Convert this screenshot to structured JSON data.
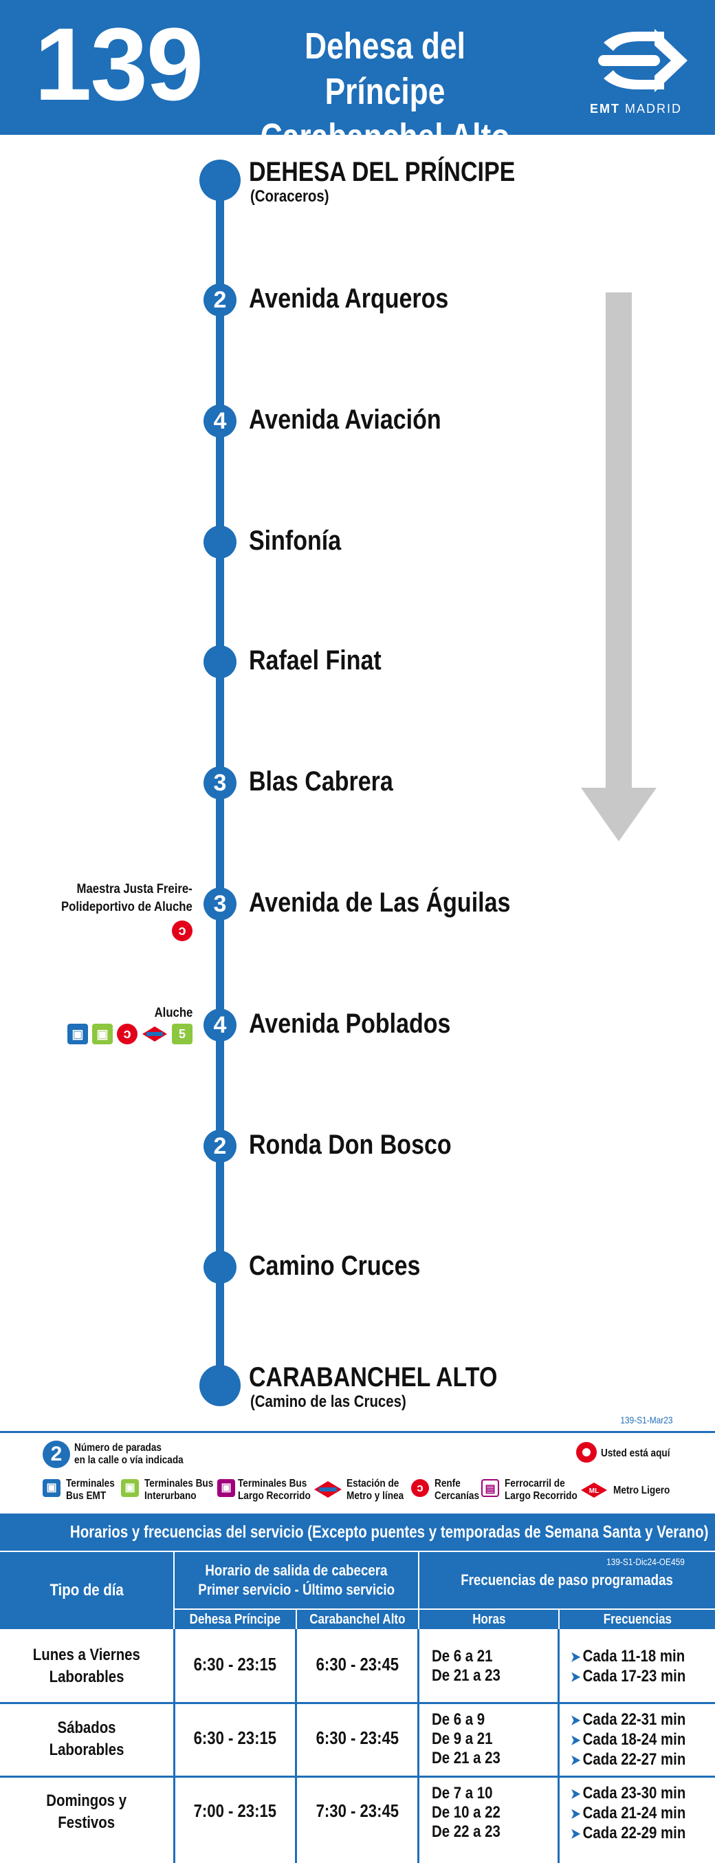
{
  "header": {
    "line_number": "139",
    "title_line1": "Dehesa del Príncipe",
    "title_line2": "Carabanchel Alto",
    "brand_bold": "EMT",
    "brand_light": "MADRID"
  },
  "colors": {
    "primary": "#1f6fb9",
    "renfe": "#e2001a",
    "metro": "#e2001a",
    "metro_line5": "#8dc63f",
    "interurbano": "#8dc63f",
    "arrow": "#c8c8c8"
  },
  "stops": [
    {
      "name": "DEHESA DEL PRÍNCIPE",
      "sub": "(Coraceros)",
      "count": "",
      "terminal": true
    },
    {
      "name": "Avenida Arqueros",
      "count": "2"
    },
    {
      "name": "Avenida Aviación",
      "count": "4"
    },
    {
      "name": "Sinfonía",
      "count": ""
    },
    {
      "name": "Rafael Finat",
      "count": ""
    },
    {
      "name": "Blas Cabrera",
      "count": "3"
    },
    {
      "name": "Avenida de Las Águilas",
      "count": "3",
      "conn_line1": "Maestra Justa Freire-",
      "conn_line2": "Polideportivo de Aluche"
    },
    {
      "name": "Avenida Poblados",
      "count": "4",
      "conn_line1": "Aluche",
      "metro_line": "5"
    },
    {
      "name": "Ronda Don Bosco",
      "count": "2"
    },
    {
      "name": "Camino Cruces",
      "count": ""
    },
    {
      "name": "CARABANCHEL ALTO",
      "sub": "(Camino de las Cruces)",
      "count": "",
      "terminal": true
    }
  ],
  "codes": {
    "route_code": "139-S1-Mar23",
    "table_code": "139-S1-Dic24-OE459"
  },
  "legend": {
    "stops_count_sample": "2",
    "stops_count_l1": "Número de paradas",
    "stops_count_l2": "en la calle o vía indicada",
    "here": "Usted está aquí",
    "items": [
      {
        "l1": "Terminales",
        "l2": "Bus EMT",
        "icon": "bus-icon"
      },
      {
        "l1": "Terminales Bus",
        "l2": "Interurbano",
        "icon": "interurban-bus-icon"
      },
      {
        "l1": "Terminales Bus",
        "l2": "Largo Recorrido",
        "icon": "long-distance-bus-icon"
      },
      {
        "l1": "Estación de",
        "l2": "Metro y línea",
        "icon": "metro-icon"
      },
      {
        "l1": "Renfe",
        "l2": "Cercanías",
        "icon": "renfe-icon"
      },
      {
        "l1": "Ferrocarril de",
        "l2": "Largo Recorrido",
        "icon": "train-icon"
      },
      {
        "l1": "Metro Ligero",
        "l2": "",
        "icon": "light-rail-icon"
      }
    ]
  },
  "timetable": {
    "title": "Horarios y frecuencias del servicio (Excepto puentes y temporadas de Semana Santa y Verano)",
    "col_day": "Tipo de día",
    "col_schedule_l1": "Horario de salida de cabecera",
    "col_schedule_l2": "Primer servicio - Último servicio",
    "col_origin": "Dehesa Príncipe",
    "col_dest": "Carabanchel Alto",
    "col_freq_group": "Frecuencias de paso programadas",
    "col_hours": "Horas",
    "col_freq": "Frecuencias",
    "rows": [
      {
        "day_l1": "Lunes a Viernes",
        "day_l2": "Laborables",
        "origin": "6:30 - 23:15",
        "dest": "6:30 - 23:45",
        "hours": [
          "De 6 a 21",
          "De 21 a 23"
        ],
        "freqs": [
          "Cada 11-18 min",
          "Cada 17-23 min"
        ]
      },
      {
        "day_l1": "Sábados",
        "day_l2": "Laborables",
        "origin": "6:30 - 23:15",
        "dest": "6:30 - 23:45",
        "hours": [
          "De 6 a 9",
          "De 9 a 21",
          "De 21 a 23"
        ],
        "freqs": [
          "Cada 22-31 min",
          "Cada 18-24 min",
          "Cada 22-27 min"
        ]
      },
      {
        "day_l1": "Domingos y",
        "day_l2": "Festivos",
        "origin": "7:00 - 23:15",
        "dest": "7:30 - 23:45",
        "hours": [
          "De 7 a 10",
          "De 10 a 22",
          "De 22 a 23"
        ],
        "freqs": [
          "Cada 23-30 min",
          "Cada 21-24 min",
          "Cada 22-29 min"
        ]
      }
    ]
  }
}
